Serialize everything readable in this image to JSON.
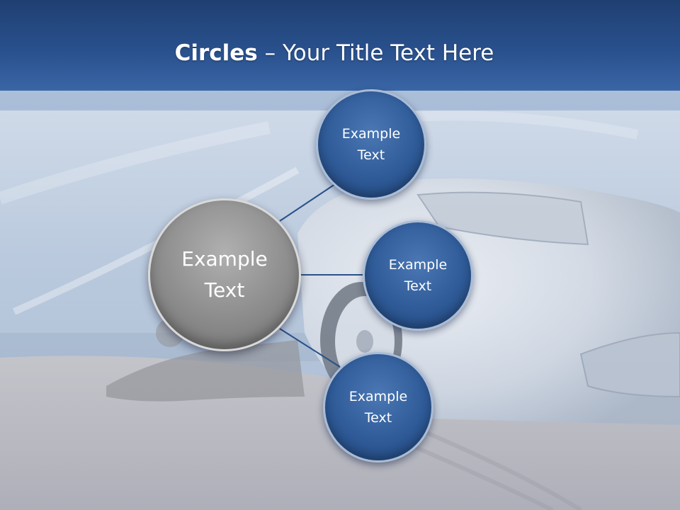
{
  "slide": {
    "title_bold": "Circles",
    "title_rest": " – Your Title Text Here"
  },
  "diagram": {
    "center": {
      "label": "Example Text"
    },
    "satellites": [
      {
        "label": "Example Text"
      },
      {
        "label": "Example Text"
      },
      {
        "label": "Example Text"
      }
    ]
  },
  "colors": {
    "header_blue": "#2a528f",
    "circle_blue": "#2f5b98",
    "center_gray": "#8c8c8c",
    "connector": "#2a5189",
    "text": "#ffffff"
  }
}
